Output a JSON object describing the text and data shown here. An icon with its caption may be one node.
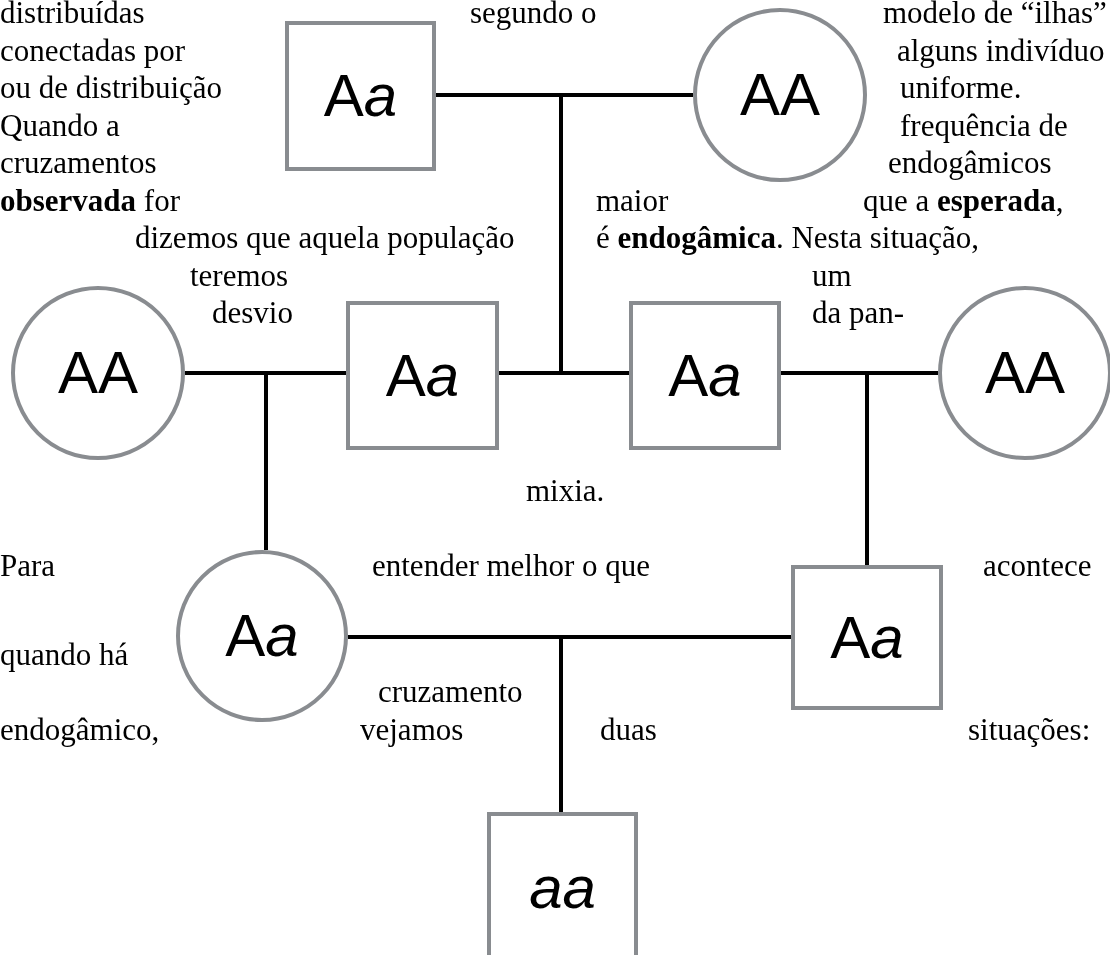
{
  "diagram": {
    "nodes": [
      {
        "text": [
          "Aa"
        ]
      },
      {
        "text": [
          "AA"
        ]
      },
      {
        "text": [
          "AA"
        ]
      },
      {
        "text": [
          "Aa"
        ]
      },
      {
        "text": [
          "Aa"
        ]
      },
      {
        "text": [
          "AA"
        ]
      },
      {
        "text": [
          "Aa"
        ]
      },
      {
        "text": [
          "Aa"
        ]
      },
      {
        "text": [
          "aa"
        ]
      }
    ],
    "edges": [
      {
        "from": 0,
        "to": 3,
        "arrow": "none"
      },
      {
        "from": 1,
        "to": 3,
        "arrow": "none"
      },
      {
        "from": 0,
        "to": 4,
        "arrow": "none"
      },
      {
        "from": 1,
        "to": 4,
        "arrow": "none"
      },
      {
        "from": 2,
        "to": 6,
        "arrow": "none"
      },
      {
        "from": 3,
        "to": 6,
        "arrow": "none"
      },
      {
        "from": 4,
        "to": 7,
        "arrow": "none"
      },
      {
        "from": 5,
        "to": 7,
        "arrow": "none"
      },
      {
        "from": 6,
        "to": 8,
        "arrow": "none"
      },
      {
        "from": 7,
        "to": 8,
        "arrow": "none"
      }
    ],
    "labels": [
      "distribuídas",
      "segundo o",
      "modelo de “ilhas”",
      "conectadas por",
      "alguns indivíduo",
      "ou de distribuição",
      "uniforme.",
      "Quando a",
      "frequência de",
      "cruzamentos",
      "endogâmicos",
      "**observada** for",
      "maior",
      "que a **esperada**,",
      "dizemos que aquela população",
      "é **endogâmica**. Nesta situação,",
      "teremos",
      "um",
      "desvio",
      "da pan-",
      "mixia.",
      "Para",
      "entender melhor o que",
      "acontece",
      "quando há",
      "cruzamento",
      "endogâmico,",
      "vejamos",
      "duas",
      "situações:"
    ]
  }
}
